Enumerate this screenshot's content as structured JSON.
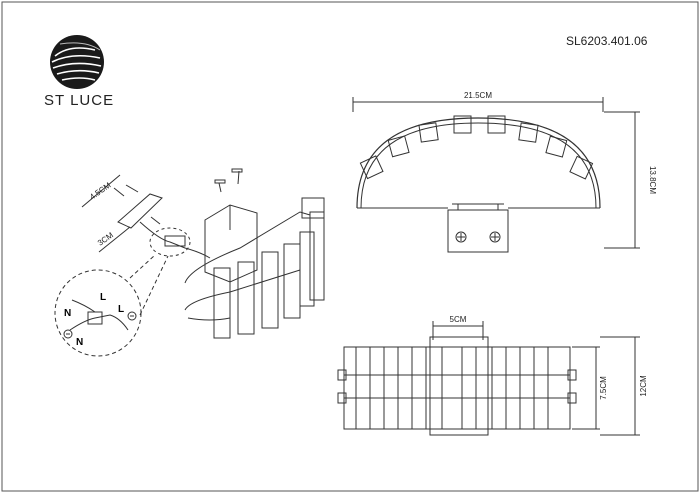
{
  "brand": {
    "name": "ST LUCE"
  },
  "product": {
    "code": "SL6203.401.06"
  },
  "dimensions": {
    "width": "21.5CM",
    "height": "13.8CM",
    "depth": "12CM",
    "mount_height": "7.5CM",
    "mount_width": "5CM",
    "bracket_length": "4.5CM",
    "bracket_width": "3CM"
  },
  "wiring": {
    "n_top": "N",
    "l_top": "L",
    "l_right": "L",
    "n_bottom": "N"
  },
  "icons": {
    "logo": "sphere-logo-icon",
    "ground": "ground-symbol-icon",
    "screw": "screw-icon"
  }
}
